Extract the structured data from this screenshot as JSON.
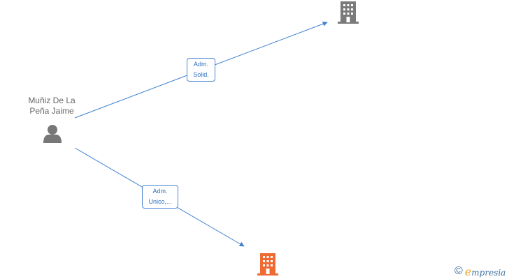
{
  "person": {
    "name_line1": "Muñiz De La",
    "name_line2": "Peña Jaime",
    "icon": "person-icon",
    "color": "#777777"
  },
  "companies": [
    {
      "icon": "building-icon",
      "color": "#7a7a7a"
    },
    {
      "icon": "building-icon",
      "color": "#f06a34"
    }
  ],
  "relations": [
    {
      "line1": "Adm.",
      "line2": "Solid."
    },
    {
      "line1": "Adm.",
      "line2": "Unico,..."
    }
  ],
  "colors": {
    "edge": "#3f80d0",
    "label_border": "#4a86d4",
    "label_text": "#2f6fbf"
  },
  "footer": {
    "copyright_symbol": "©",
    "brand_initial": "e",
    "brand_rest": "mpresia"
  }
}
